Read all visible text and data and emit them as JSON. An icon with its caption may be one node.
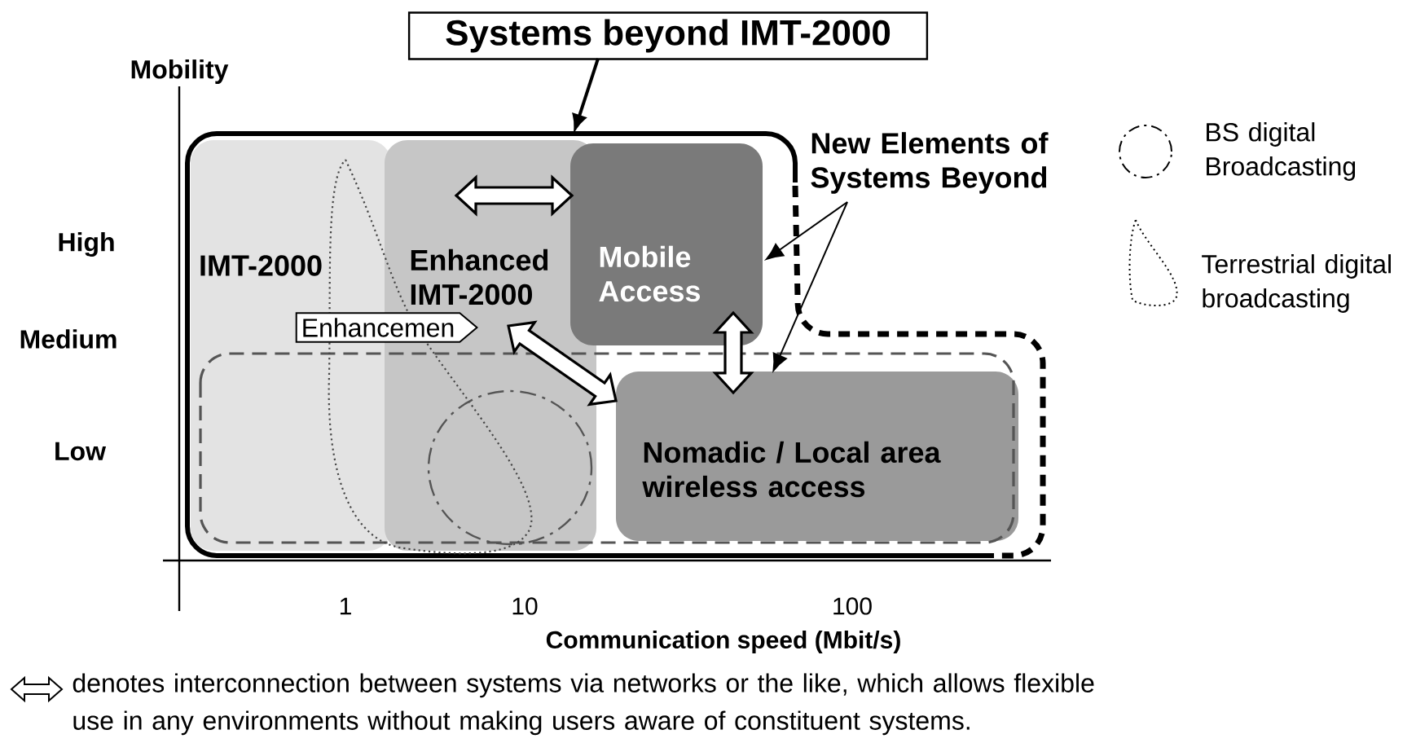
{
  "diagram": {
    "nodes": [
      {
        "text": [
          "Systems beyond IMT-2000"
        ]
      },
      {
        "text": [],
        "shape": "box"
      },
      {
        "text": [
          "IMT-2000"
        ],
        "in": 1
      },
      {
        "text": [
          "Enhanced IMT-2000"
        ],
        "in": 1
      },
      {
        "text": [
          "Mobile Access"
        ],
        "in": 1
      },
      {
        "text": [
          "Nomadic / Local area wireless access"
        ]
      },
      {
        "text": [
          "New Elements of Systems Beyond"
        ]
      },
      {
        "text": [
          "Enhancemen"
        ],
        "in": 1
      }
    ],
    "edges": [
      {
        "from": 0,
        "to": 1,
        "arrow": "to"
      },
      {
        "from": 6,
        "to": 4,
        "arrow": "to"
      },
      {
        "from": 6,
        "to": 5,
        "arrow": "to"
      },
      {
        "from": 3,
        "to": 4,
        "arrow": "both",
        "style": "thick"
      },
      {
        "from": 3,
        "to": 5,
        "arrow": "both",
        "style": "thick"
      },
      {
        "from": 4,
        "to": 5,
        "arrow": "both",
        "style": "thick"
      }
    ],
    "labels": [
      "Mobility",
      "High",
      "Medium",
      "Low",
      "1",
      "10",
      "100",
      "Communication speed (Mbit/s)",
      "denotes interconnection between systems via networks or the like, which allows flexible use in any environments without making users aware of constituent systems."
    ],
    "legend": [
      {
        "text": "BS digital Broadcasting"
      },
      {
        "text": "Terrestrial digital broadcasting"
      }
    ]
  }
}
